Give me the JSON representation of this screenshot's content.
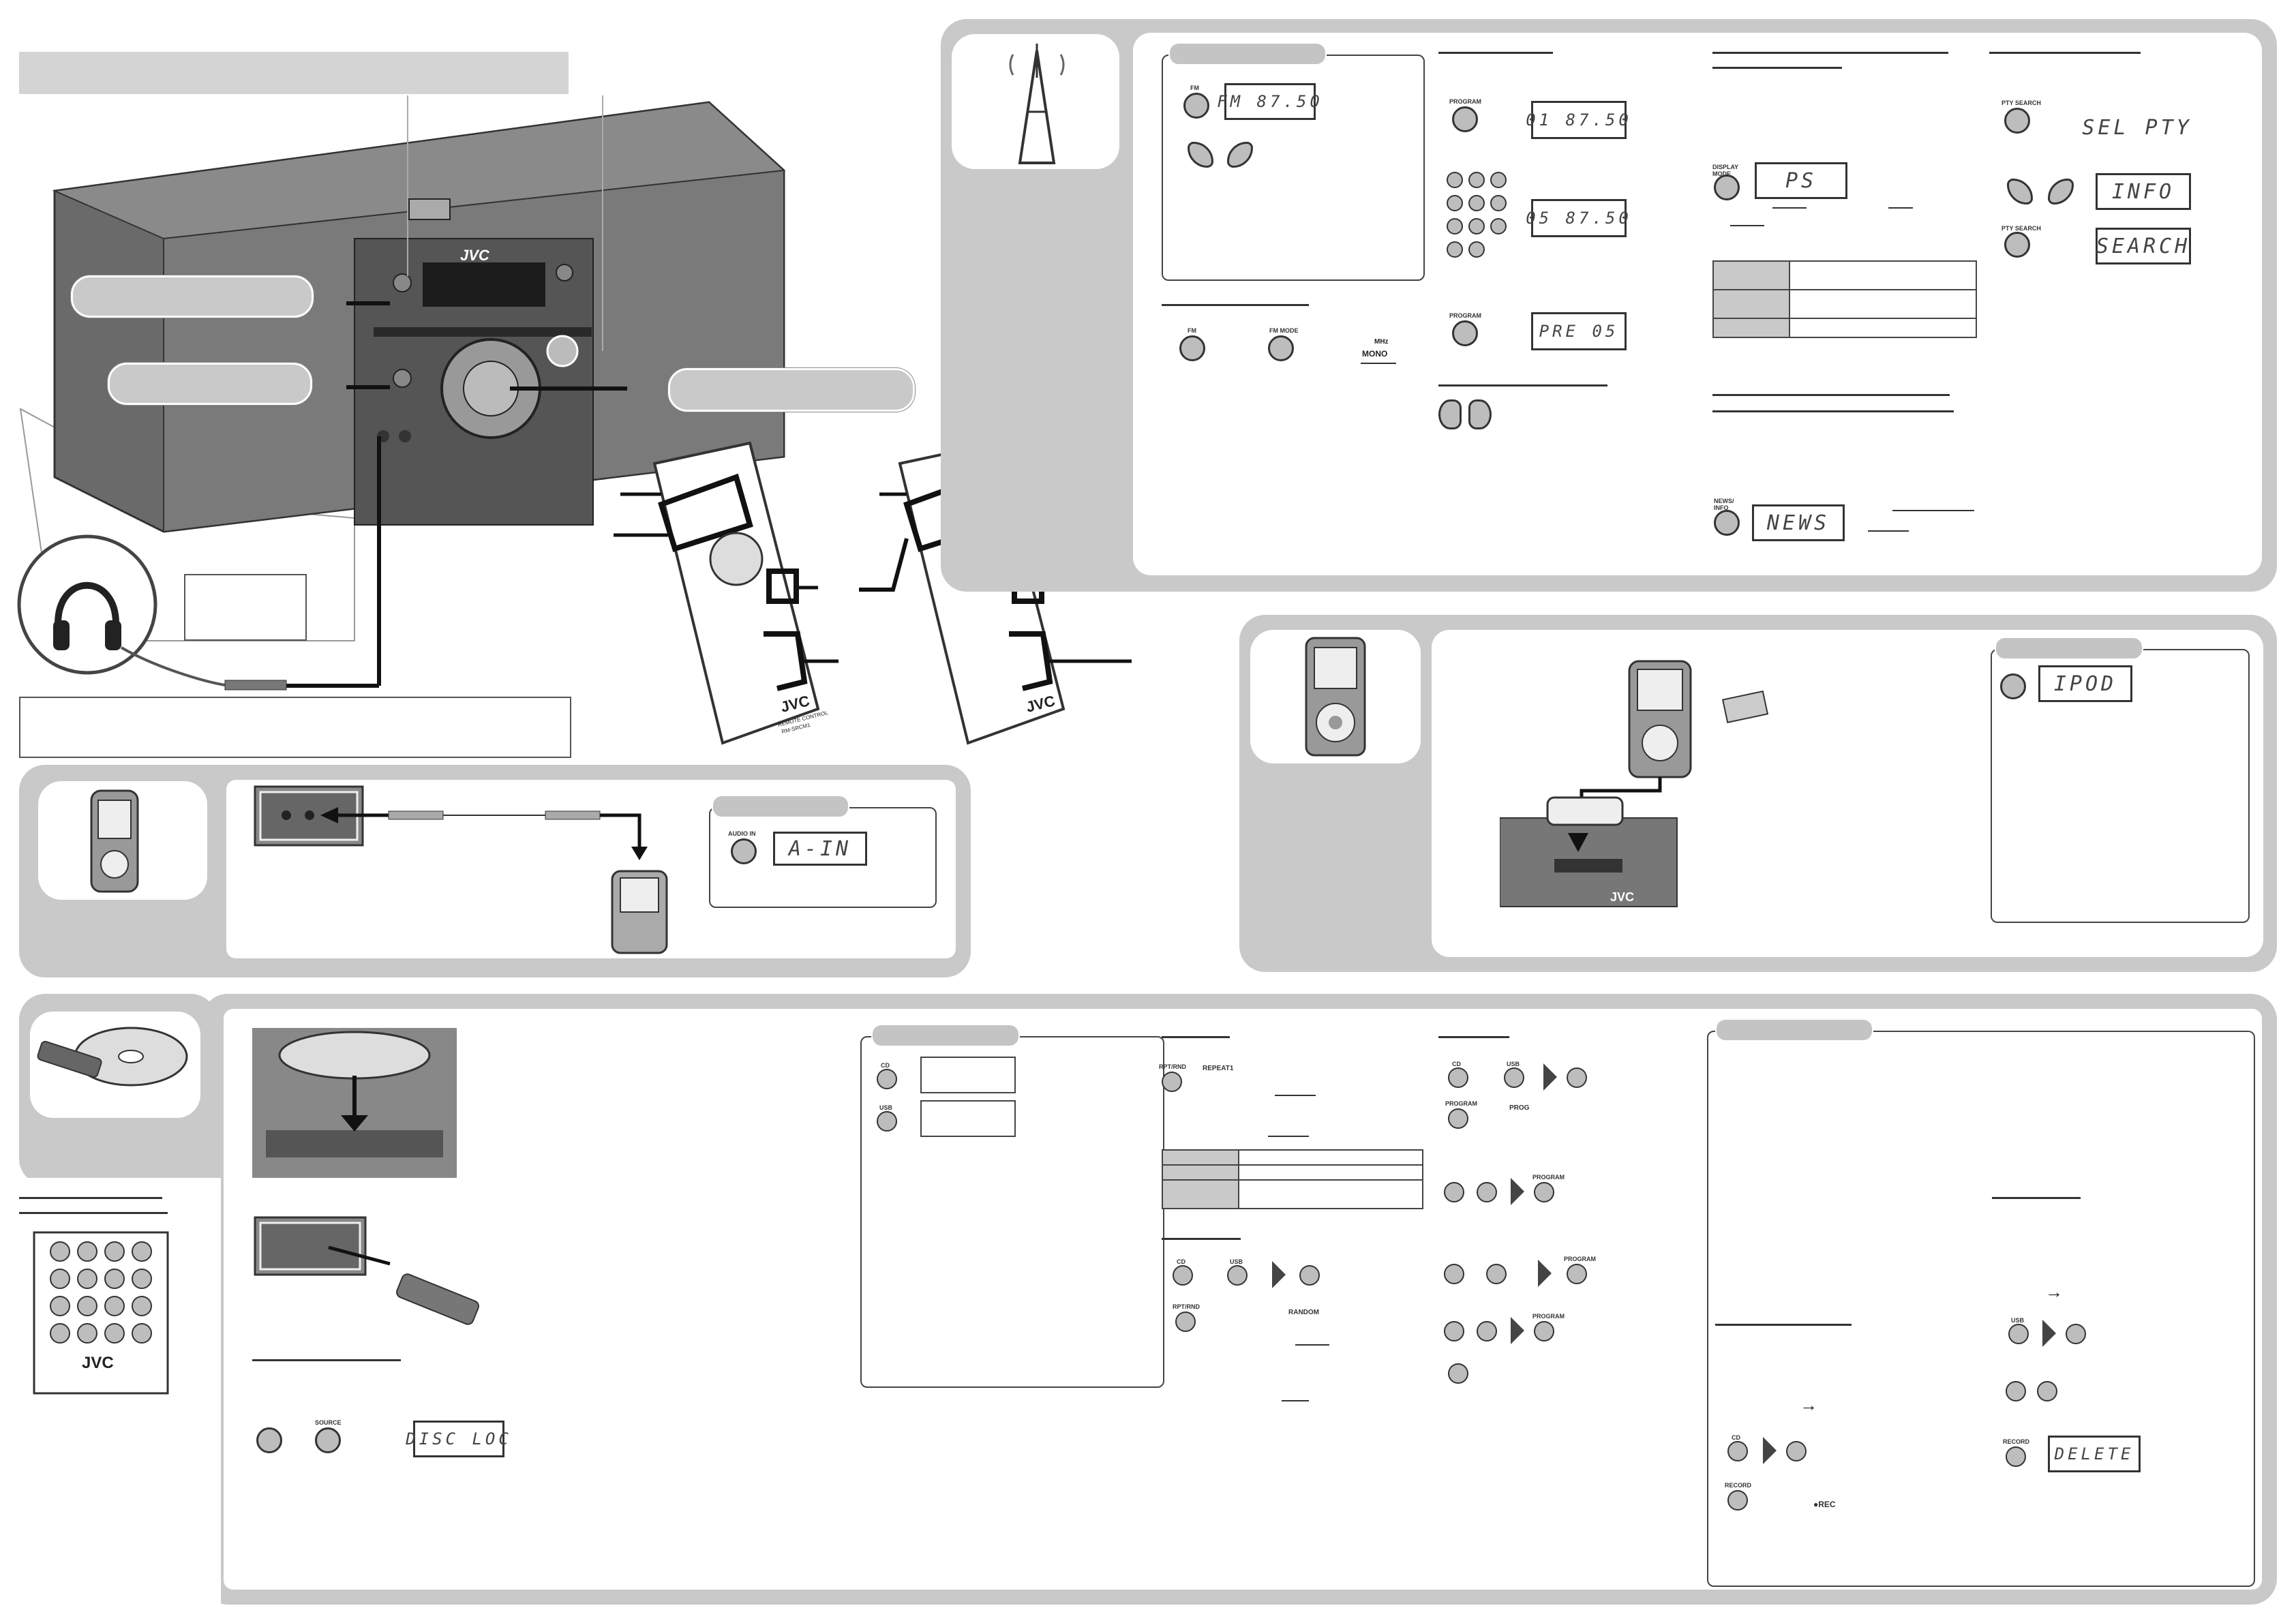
{
  "colors": {
    "panel": "#c9c9c9",
    "button": "#bdbdbd",
    "outline": "#333333"
  },
  "brand": {
    "logo": "JVC"
  },
  "remote": {
    "lines": [
      "REMOTE CONTROL",
      "RM-SRCM1"
    ]
  },
  "buttons": {
    "fm": "FM",
    "program": "PROGRAM",
    "fm_mode": "FM MODE",
    "display_mode": "DISPLAY MODE",
    "pty_search": "PTY SEARCH",
    "news_info": "NEWS/ INFO",
    "audio_in": "AUDIO IN",
    "cd": "CD",
    "usb": "USB",
    "rpt_rnd": "RPT/RND",
    "record": "RECORD",
    "source": "SOURCE"
  },
  "displays": {
    "fm": "FM 87.50",
    "prog01": "01 87.50",
    "prog05": "05 87.50",
    "pre05": "PRE  05",
    "mono_unit": "MHz",
    "mono": "MONO",
    "ps": "PS",
    "sel_pty": "SEL PTY",
    "info": "INFO",
    "search": "SEARCH",
    "news": "NEWS",
    "ipod": "IPOD",
    "a_in": "A-IN",
    "disc_loc": "DISC LOC",
    "delete": "DELETE"
  },
  "labels": {
    "repeat1": "REPEAT1",
    "random": "RANDOM",
    "prog": "PROG",
    "rec": "●REC"
  }
}
